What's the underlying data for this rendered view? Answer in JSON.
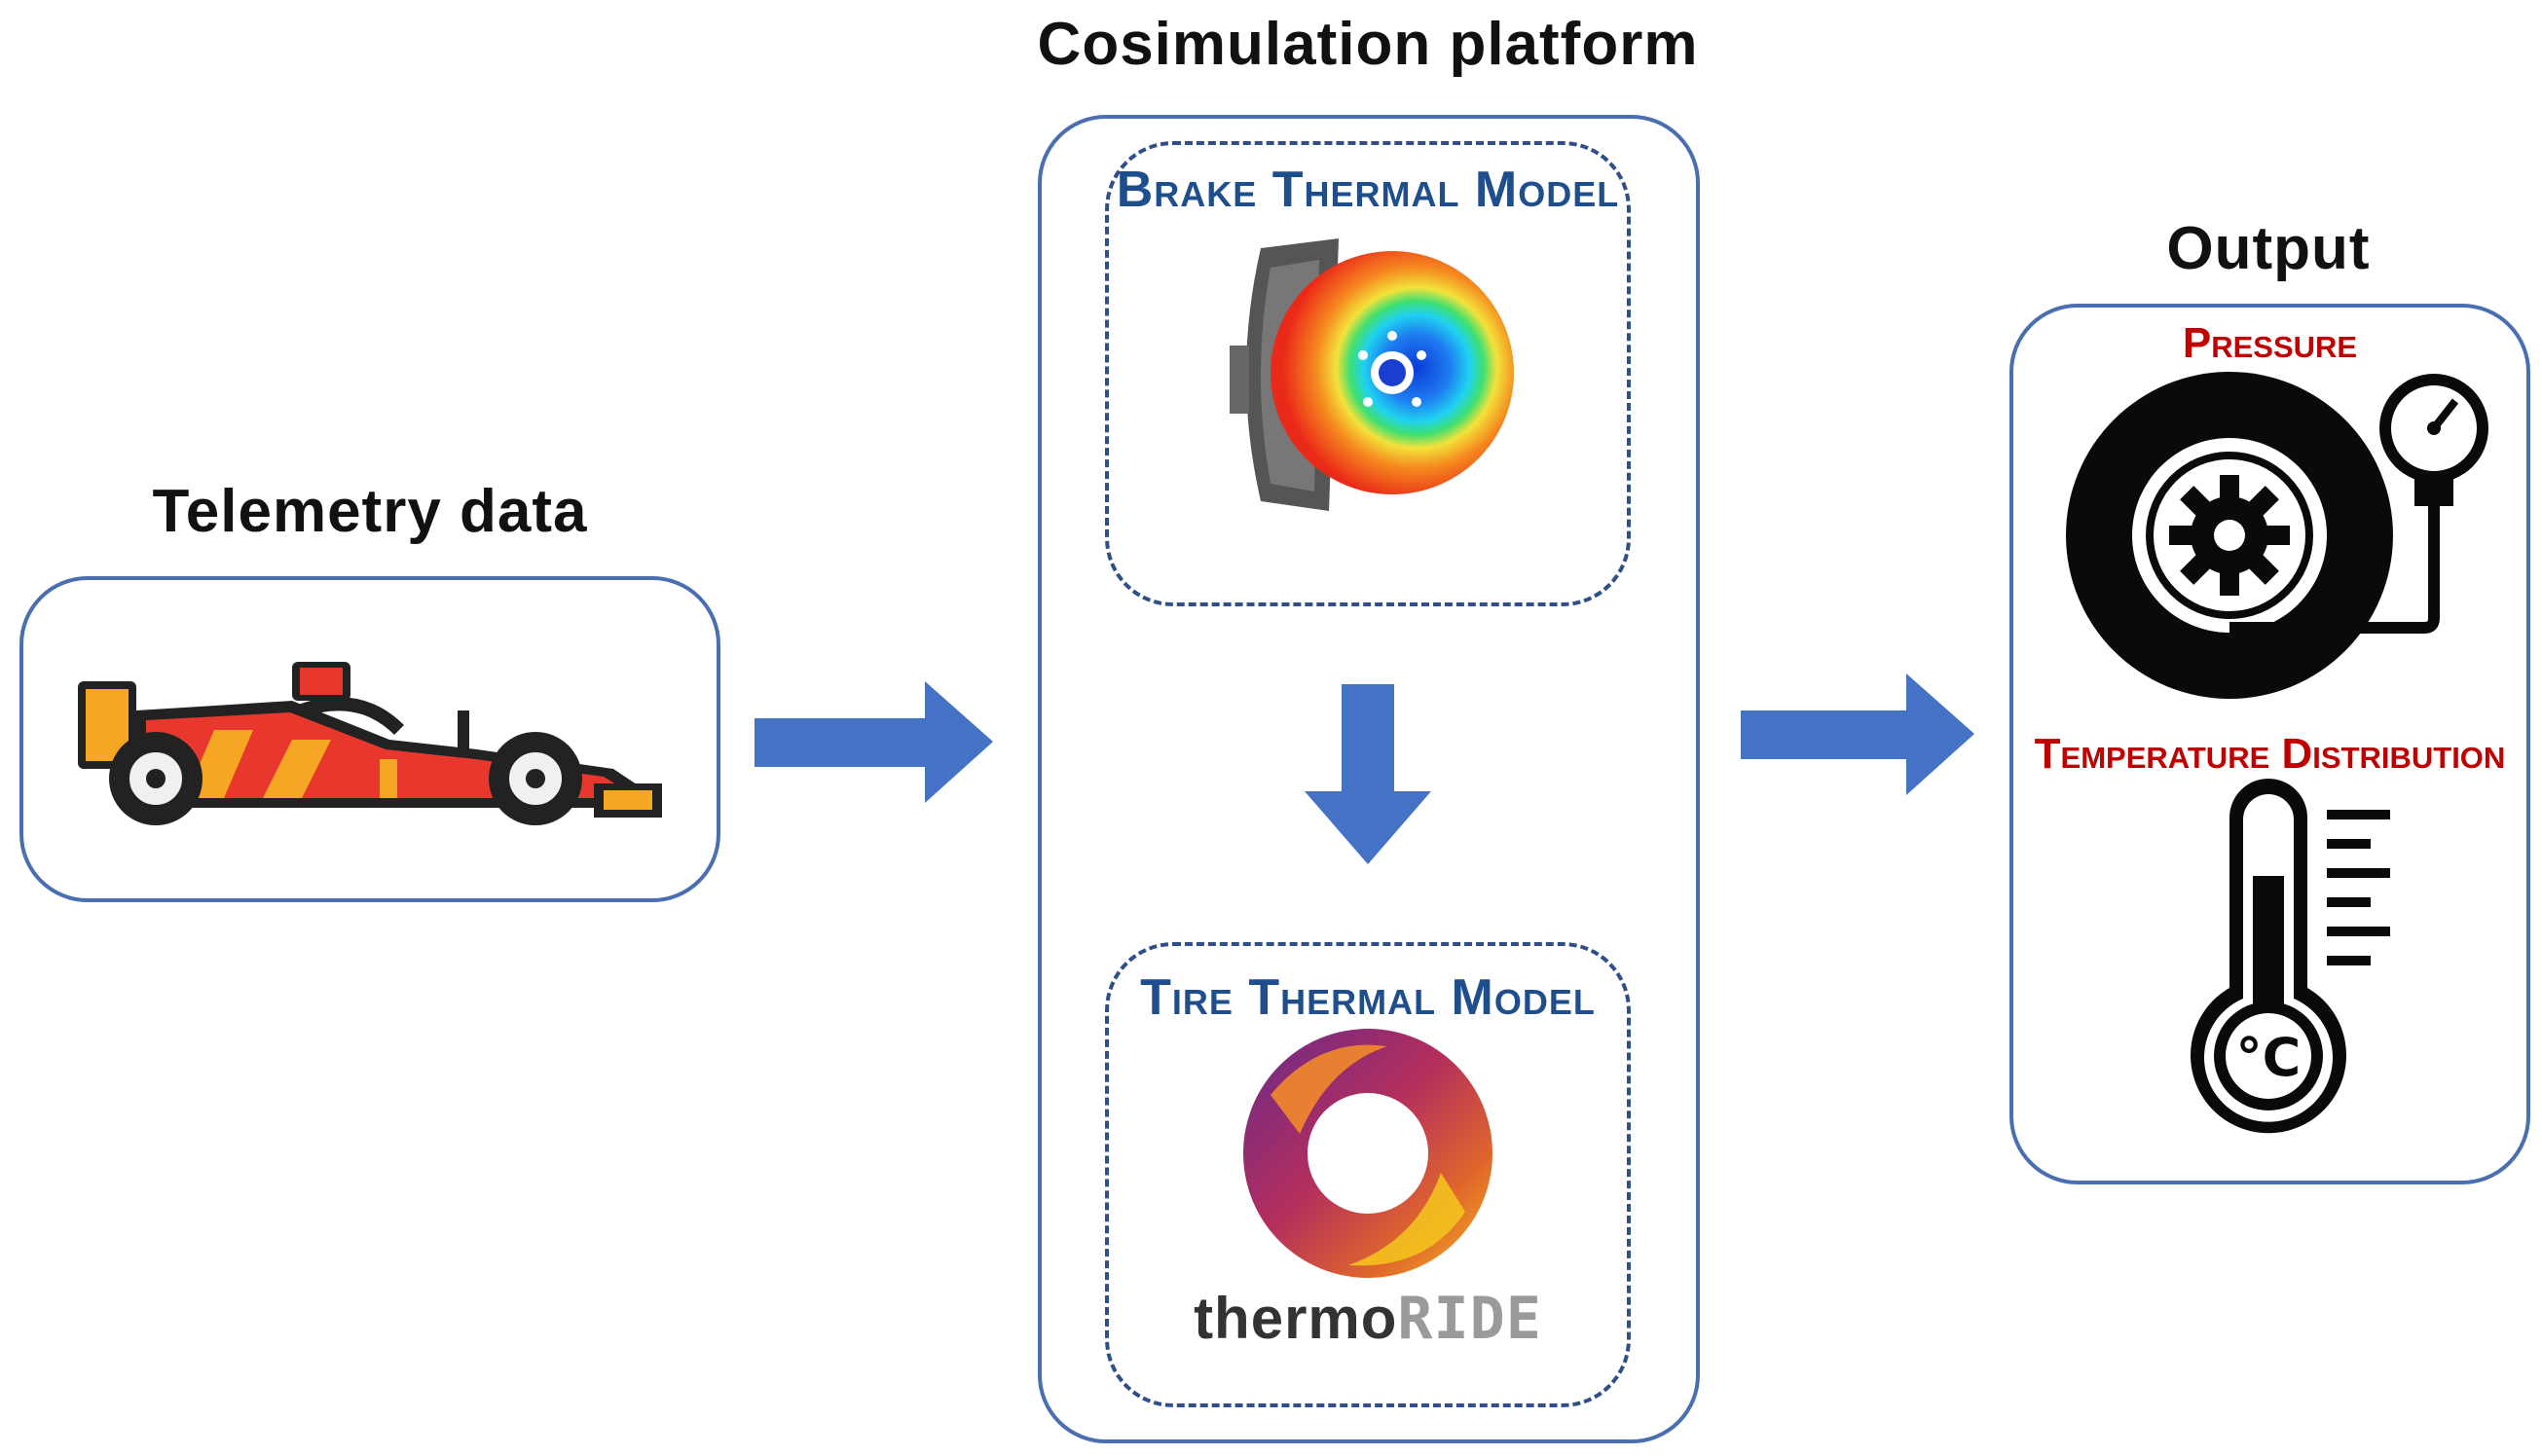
{
  "headings": {
    "telemetry": "Telemetry data",
    "cosim": "Cosimulation platform",
    "output": "Output"
  },
  "models": {
    "brake": "Brake Thermal Model",
    "tire": "Tire Thermal Model"
  },
  "outputs": {
    "pressure": "Pressure",
    "temperature": "Temperature Distribution"
  },
  "logo": {
    "text_dark": "thermo",
    "text_light": "RIDE"
  },
  "colors": {
    "panel_border": "#4a6fb0",
    "arrow_fill": "#4472c4",
    "model_title": "#1f4e8c",
    "output_title": "#c00000"
  },
  "icons": [
    "race-car-icon",
    "brake-disc-icon",
    "thermoride-logo-icon",
    "tire-pressure-gauge-icon",
    "thermometer-icon"
  ]
}
